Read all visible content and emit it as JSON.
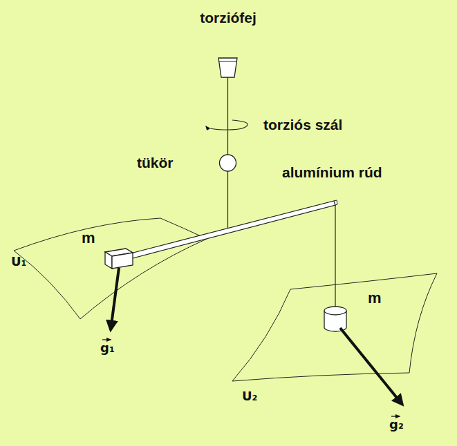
{
  "diagram": {
    "labels": [
      "torziófej",
      "torziós szál",
      "tükör",
      "alumínium rúd",
      "m",
      "U₁",
      "g₁",
      "m",
      "U₂",
      "g₂"
    ]
  }
}
